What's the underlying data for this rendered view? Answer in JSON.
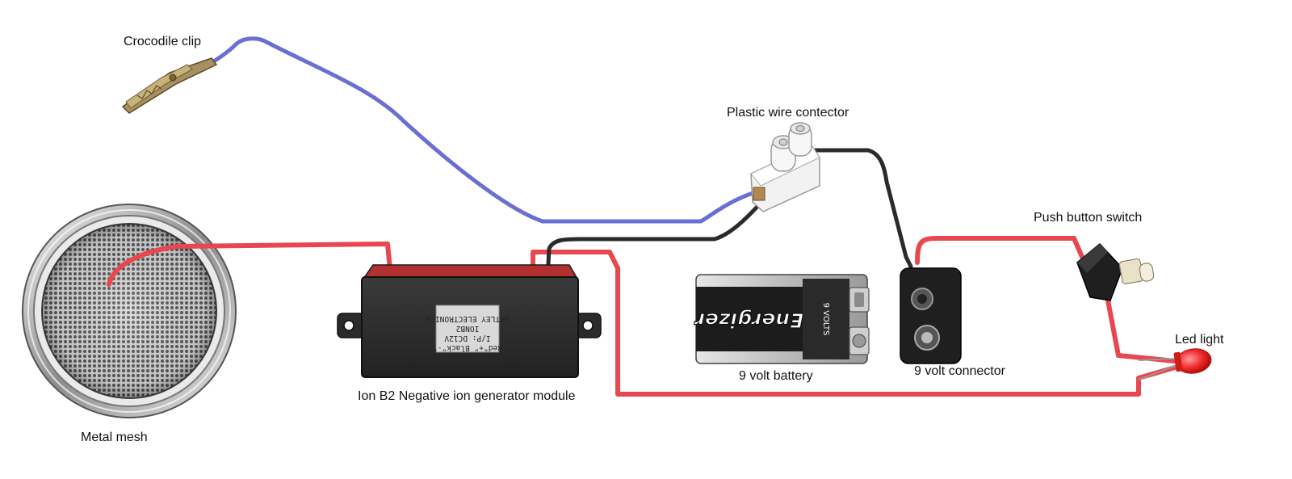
{
  "labels": {
    "crocodile_clip": "Crocodile clip",
    "plastic_wire_connector": "Plastic wire contector",
    "push_button_switch": "Push button switch",
    "led_light": "Led light",
    "metal_mesh": "Metal mesh",
    "ion_module": "Ion B2 Negative ion generator module",
    "battery": "9 volt battery",
    "connector": "9 volt connector"
  },
  "module_label_lines": [
    "OATLEY ELECTRONICS",
    "IONB2",
    "I/P: DC12V",
    "Red\"+\" Black\"-\""
  ],
  "battery_brand": "Energizer",
  "battery_volts": "9 VOLTS",
  "colors": {
    "wire_red": "#e8474f",
    "wire_blue": "#6b6fd3",
    "wire_black": "#2a2a2a",
    "module_body": "#2f2f2f",
    "led_red": "#ee2b2b",
    "brass": "#a89060"
  }
}
